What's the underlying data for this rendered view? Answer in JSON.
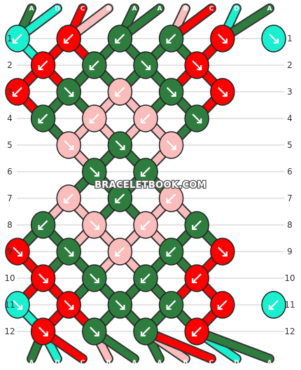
{
  "palette": {
    "A": "#2e7d3e",
    "B": "#fbbcbc",
    "C": "#ff0000",
    "D": "#1aefcf"
  },
  "watermark": "BRACELETBOOK.COM",
  "strand_order": [
    "A",
    "D",
    "C",
    "B",
    "A",
    "A",
    "B",
    "C",
    "D",
    "A"
  ],
  "row_numbers": [
    "1",
    "2",
    "3",
    "4",
    "5",
    "6",
    "7",
    "8",
    "9",
    "10",
    "11",
    "12"
  ],
  "knots": [
    [
      "D",
      "C",
      "A",
      "A",
      "C",
      "D"
    ],
    [
      "C",
      "A",
      "A",
      "C"
    ],
    [
      "C",
      "A",
      "B",
      "A",
      "C"
    ],
    [
      "A",
      "B",
      "B",
      "A"
    ],
    [
      "B",
      "A",
      "B"
    ],
    [
      "A",
      "A"
    ],
    [
      "B",
      "A",
      "B"
    ],
    [
      "A",
      "B",
      "B",
      "A"
    ],
    [
      "C",
      "A",
      "B",
      "A",
      "C"
    ],
    [
      "C",
      "A",
      "A",
      "C"
    ],
    [
      "D",
      "C",
      "A",
      "A",
      "C",
      "D"
    ],
    [
      "C",
      "A",
      "A",
      "C"
    ]
  ],
  "knot_arrows": [
    [
      "down-left",
      "down-left",
      "down-left",
      "down-left",
      "down-right",
      "down-right"
    ],
    [
      "down-left",
      "down-left",
      "down-right",
      "down-right"
    ],
    [
      "down-left",
      "down-right",
      "down-left",
      "down-right",
      "down-right"
    ],
    [
      "down-left",
      "down-left",
      "down-left",
      "down-right"
    ],
    [
      "down-right",
      "down-right",
      "down-right"
    ],
    [
      "down-right",
      "down-left"
    ],
    [
      "down-left",
      "down-left",
      "down-left"
    ],
    [
      "down-left",
      "down-right",
      "down-left",
      "down-left"
    ],
    [
      "down-right",
      "down-right",
      "down-left",
      "down-left",
      "down-right"
    ],
    [
      "down-right",
      "down-right",
      "down-left",
      "down-left"
    ],
    [
      "down-right",
      "down-right",
      "down-right",
      "down-left",
      "down-left",
      "down-left"
    ],
    [
      "down-right",
      "down-right",
      "down-left",
      "down-left"
    ]
  ]
}
